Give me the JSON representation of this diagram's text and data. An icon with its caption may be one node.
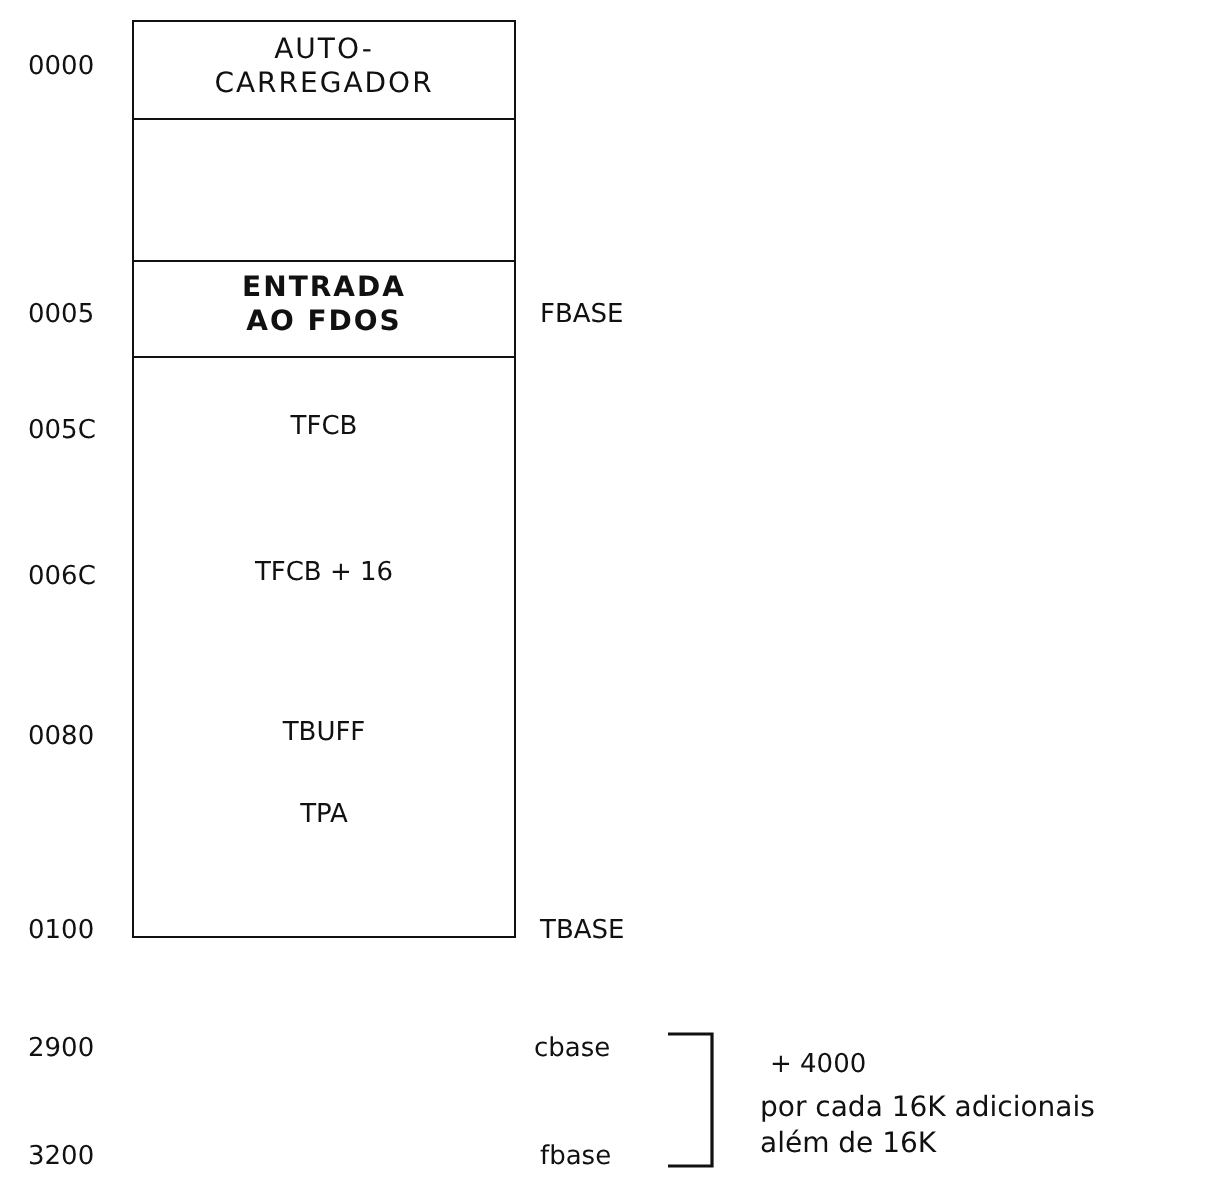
{
  "diagram": {
    "nodes": [
      {
        "text": [
          "AUTO- CARREGADOR"
        ]
      },
      {
        "text": [],
        "shape": "box"
      },
      {
        "text": [
          "ENTRADA AO FDOS"
        ]
      },
      {
        "text": [
          "TFCB",
          "TFCB + 16",
          "TBUFF",
          "TPA"
        ]
      }
    ],
    "edges": [],
    "labels": [
      "0000",
      "0005",
      "FBASE",
      "005C",
      "006C",
      "0080",
      "0100",
      "TBASE",
      "2900",
      "cbase",
      "+ 4000",
      "3200",
      "fbase",
      "por cada 16K adicionais além de 16K"
    ]
  }
}
